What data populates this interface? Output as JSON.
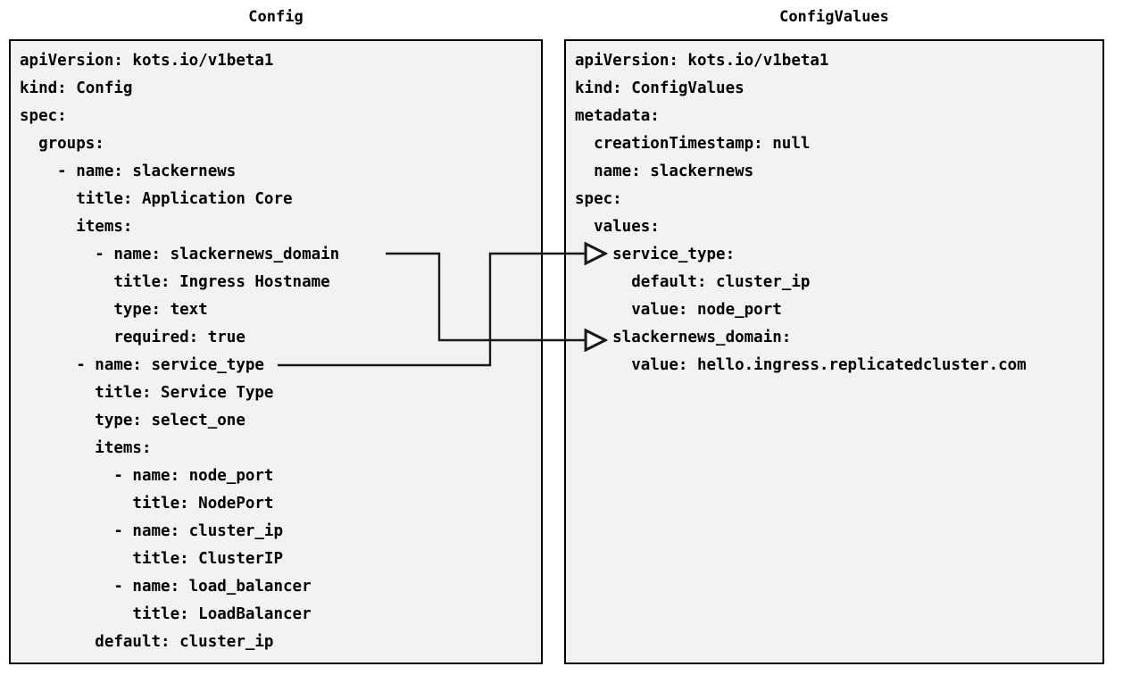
{
  "diagram": {
    "type": "yaml-mapping-diagram",
    "background": "#ffffff",
    "panel_fill": "#f2f2f2",
    "panel_border": "#000000",
    "connector_color": "#1a1a1a"
  },
  "left_panel": {
    "title": "Config",
    "lines": [
      "apiVersion: kots.io/v1beta1",
      "kind: Config",
      "spec:",
      "  groups:",
      "    - name: slackernews",
      "      title: Application Core",
      "      items:",
      "        - name: slackernews_domain",
      "          title: Ingress Hostname",
      "          type: text",
      "          required: true",
      "      - name: service_type",
      "        title: Service Type",
      "        type: select_one",
      "        items:",
      "          - name: node_port",
      "            title: NodePort",
      "          - name: cluster_ip",
      "            title: ClusterIP",
      "          - name: load_balancer",
      "            title: LoadBalancer",
      "        default: cluster_ip"
    ]
  },
  "right_panel": {
    "title": "ConfigValues",
    "lines": [
      "apiVersion: kots.io/v1beta1",
      "kind: ConfigValues",
      "metadata:",
      "  creationTimestamp: null",
      "  name: slackernews",
      "spec:",
      "  values:",
      "    service_type:",
      "      default: cluster_ip",
      "      value: node_port",
      "    slackernews_domain:",
      "      value: hello.ingress.replicatedcluster.com"
    ]
  },
  "connectors": [
    {
      "id": "slackernews-domain-link",
      "from_label": "slackernews_domain",
      "to_label": "slackernews_domain:",
      "arrowhead": "open-triangle"
    },
    {
      "id": "service-type-link",
      "from_label": "service_type",
      "to_label": "service_type:",
      "arrowhead": "open-triangle"
    }
  ]
}
